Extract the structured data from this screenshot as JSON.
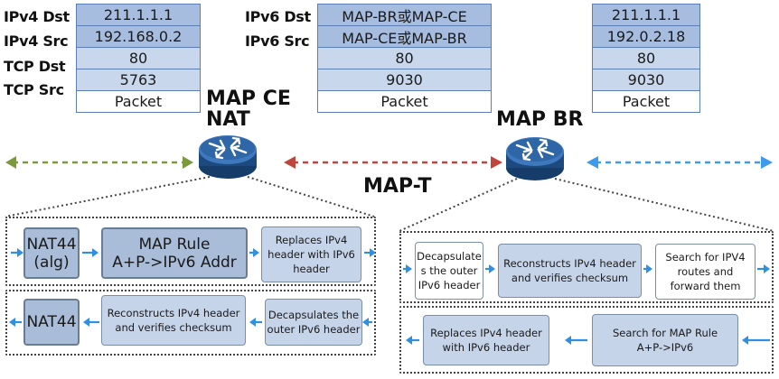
{
  "headers": {
    "ipv4_labels": [
      "IPv4 Dst",
      "IPv4 Src",
      "TCP Dst",
      "TCP Src"
    ],
    "ipv6_labels": [
      "IPv6 Dst",
      "IPv6 Src"
    ],
    "left_values": [
      "211.1.1.1",
      "192.168.0.2",
      "80",
      "5763",
      "Packet"
    ],
    "mid_values": [
      "MAP-BR或MAP-CE",
      "MAP-CE或MAP-BR",
      "80",
      "9030",
      "Packet"
    ],
    "right_values": [
      "211.1.1.1",
      "192.0.2.18",
      "80",
      "9030",
      "Packet"
    ]
  },
  "titles": {
    "ce_line1": "MAP CE",
    "ce_line2": "NAT",
    "br": "MAP BR",
    "tunnel": "MAP-T"
  },
  "ce_panel": {
    "row1": {
      "nat44": "NAT44\n(alg)",
      "map_rule": "MAP Rule\nA+P->IPv6 Addr",
      "replace": "Replaces IPv4\nheader with IPv6\nheader"
    },
    "row2": {
      "nat44": "NAT44",
      "reconstruct": "Reconstructs IPv4 header\nand verifies checksum",
      "decap": "Decapsulates the\nouter IPv6 header"
    }
  },
  "br_panel": {
    "row1": {
      "decap": "Decapsulate\ns the outer\nIPv6 header",
      "reconstruct": "Reconstructs IPv4 header\nand verifies checksum",
      "search_routes": "Search for IPV4\nroutes and\nforward them"
    },
    "row2": {
      "replace": "Replaces IPv4 header\nwith IPv6 header",
      "search_rule": "Search for MAP Rule\nA+P->IPv6"
    }
  },
  "colors": {
    "green_arrow": "#7a9a3c",
    "red_arrow": "#c0453c",
    "blue_arrow": "#3d9be9",
    "flow_arrow": "#2f8fe3",
    "router_body": "#1f4f86"
  }
}
